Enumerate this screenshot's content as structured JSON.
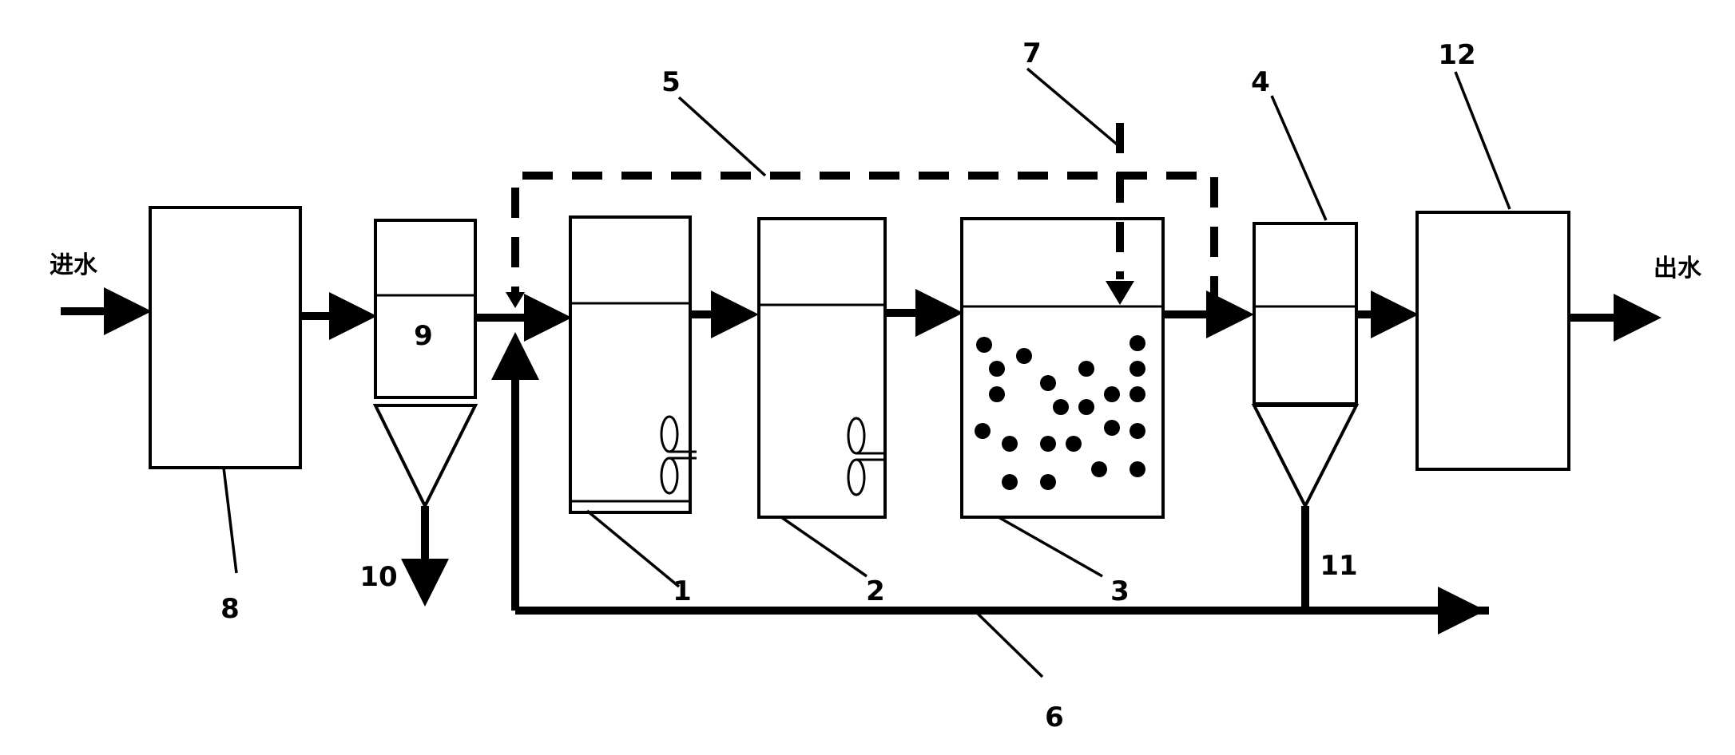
{
  "labels": {
    "inlet": "进水",
    "outlet": "出水",
    "n1": "1",
    "n2": "2",
    "n3": "3",
    "n4": "4",
    "n5": "5",
    "n6": "6",
    "n7": "7",
    "n8": "8",
    "n9": "9",
    "n10": "10",
    "n11": "11",
    "n12": "12"
  }
}
